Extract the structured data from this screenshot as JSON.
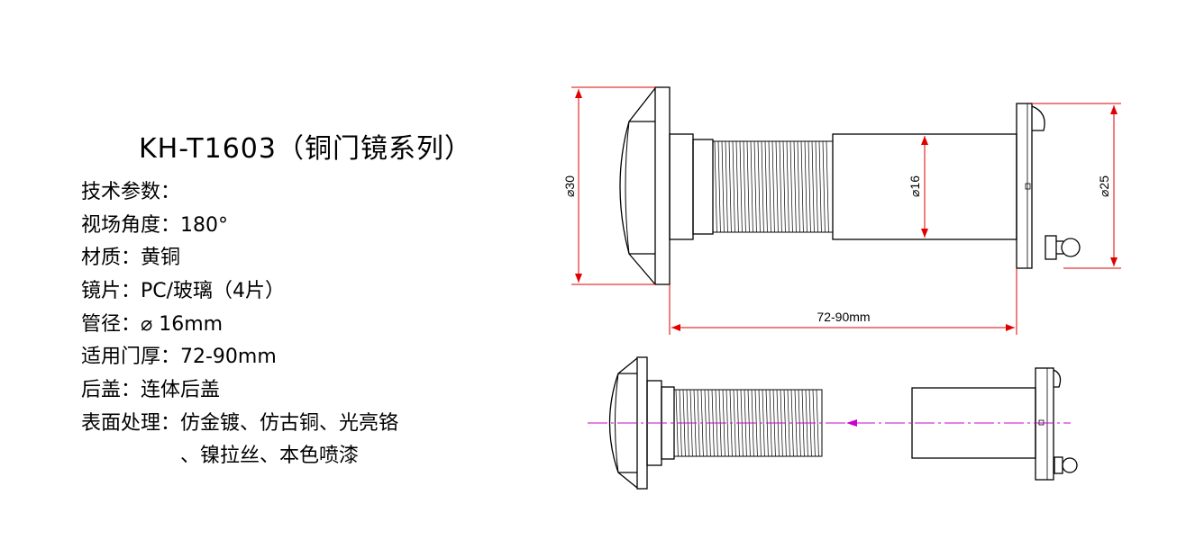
{
  "title": "KH-T1603（铜门镜系列）",
  "specs": [
    "技术参数：",
    "视场角度：180°",
    "材质：黄铜",
    "镜片：PC/玻璃（4片）",
    "管径：⌀ 16mm",
    "适用门厚：72-90mm",
    "后盖：连体后盖",
    "表面处理：仿金镀、仿古铜、光亮铬",
    "　　　　　、镍拉丝、本色喷漆"
  ],
  "dimensions": {
    "d30": "⌀30",
    "d16": "⌀16",
    "d25": "⌀25",
    "length": "72-90mm"
  },
  "colors": {
    "line": "#000000",
    "dimension": "#e00000",
    "centerline": "#cc00cc"
  }
}
